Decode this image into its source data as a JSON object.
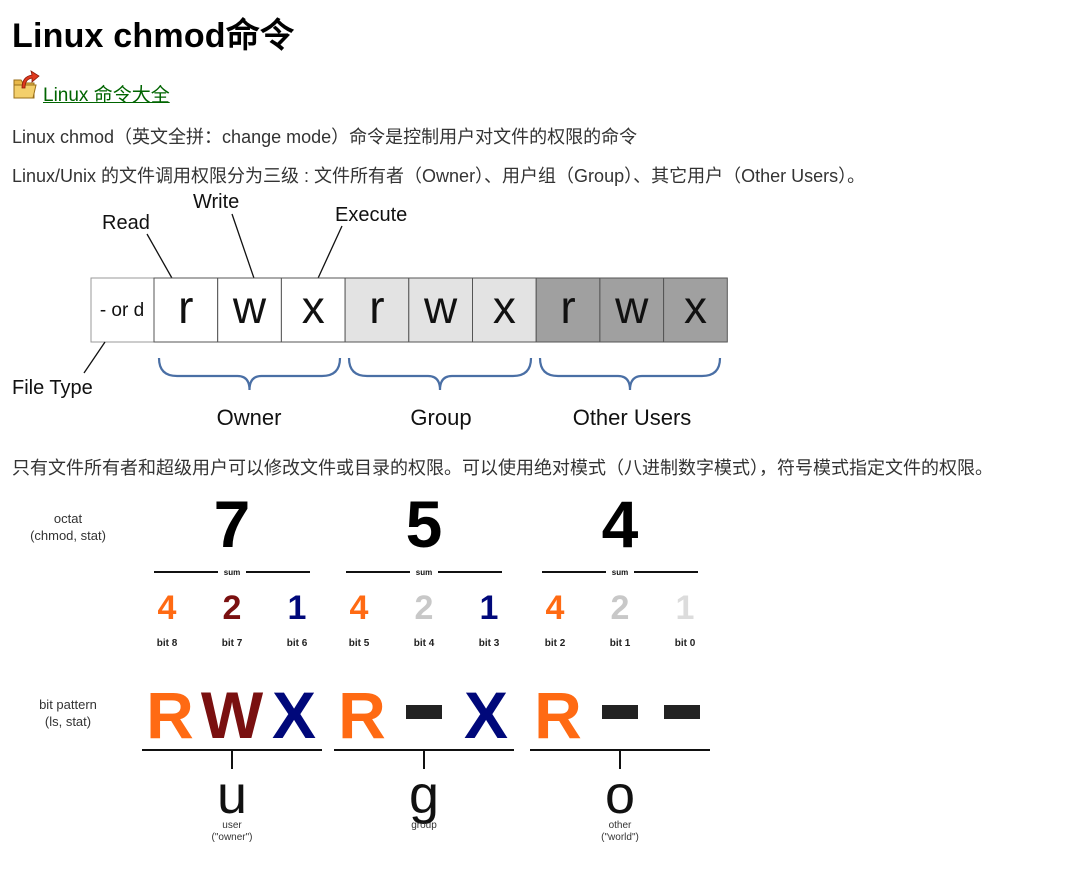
{
  "title": "Linux chmod命令",
  "back_link": {
    "label": " Linux 命令大全",
    "icon": "up-arrow-folder-icon"
  },
  "paragraphs": {
    "intro": "Linux chmod（英文全拼：change mode）命令是控制用户对文件的权限的命令",
    "levels": "Linux/Unix 的文件调用权限分为三级 : 文件所有者（Owner）、用户组（Group）、其它用户（Other Users）。",
    "modes": "只有文件所有者和超级用户可以修改文件或目录的权限。可以使用绝对模式（八进制数字模式），符号模式指定文件的权限。"
  },
  "figure1": {
    "labels": {
      "read": "Read",
      "write": "Write",
      "execute": "Execute",
      "file_type": "File Type"
    },
    "type_cell": "- or d",
    "cells": [
      "r",
      "w",
      "x",
      "r",
      "w",
      "x",
      "r",
      "w",
      "x"
    ],
    "groups": [
      "Owner",
      "Group",
      "Other Users"
    ],
    "colors": {
      "owner": "#ffffff",
      "group": "#e3e3e3",
      "other": "#a0a0a0",
      "brace": "#4a6fa5"
    }
  },
  "figure2": {
    "octal_label": [
      "octat",
      "(chmod, stat)"
    ],
    "bitpattern_label": [
      "bit pattern",
      "(ls, stat)"
    ],
    "digits": [
      "7",
      "5",
      "4"
    ],
    "sum_label": "sum",
    "bits": [
      {
        "value": "4",
        "label": "bit 8",
        "color": "#ff6a13"
      },
      {
        "value": "2",
        "label": "bit 7",
        "color": "#7a1010"
      },
      {
        "value": "1",
        "label": "bit 6",
        "color": "#00087a"
      },
      {
        "value": "4",
        "label": "bit 5",
        "color": "#ff6a13"
      },
      {
        "value": "2",
        "label": "bit 4",
        "color": "#c8c8c8"
      },
      {
        "value": "1",
        "label": "bit 3",
        "color": "#00087a"
      },
      {
        "value": "4",
        "label": "bit 2",
        "color": "#ff6a13"
      },
      {
        "value": "2",
        "label": "bit 1",
        "color": "#c8c8c8"
      },
      {
        "value": "1",
        "label": "bit 0",
        "color": "#dcdcdc"
      }
    ],
    "pattern": [
      {
        "ch": "R",
        "color": "#ff6a13"
      },
      {
        "ch": "W",
        "color": "#7a1010"
      },
      {
        "ch": "X",
        "color": "#00087a"
      },
      {
        "ch": "R",
        "color": "#ff6a13"
      },
      {
        "ch": "-",
        "color": "#222222"
      },
      {
        "ch": "X",
        "color": "#00087a"
      },
      {
        "ch": "R",
        "color": "#ff6a13"
      },
      {
        "ch": "-",
        "color": "#222222"
      },
      {
        "ch": "-",
        "color": "#222222"
      }
    ],
    "classes": [
      {
        "letter": "u",
        "name": "user",
        "sub": "(\"owner\")"
      },
      {
        "letter": "g",
        "name": "group",
        "sub": ""
      },
      {
        "letter": "o",
        "name": "other",
        "sub": "(\"world\")"
      }
    ]
  }
}
